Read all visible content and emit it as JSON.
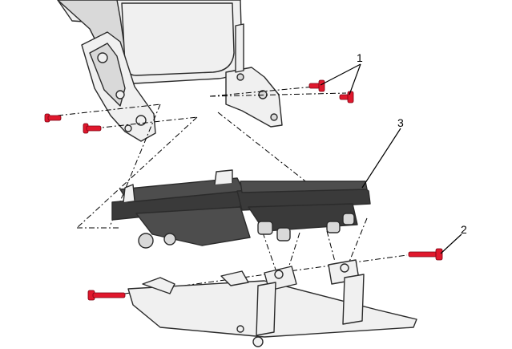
{
  "callouts": {
    "bolts_front": "1",
    "bolt_rear": "2",
    "adjuster_frame": "3"
  },
  "colors": {
    "bolt": "#e0182d",
    "frame": "#3a3a3a",
    "bracket": "#f0f0f0",
    "line": "#000000"
  }
}
